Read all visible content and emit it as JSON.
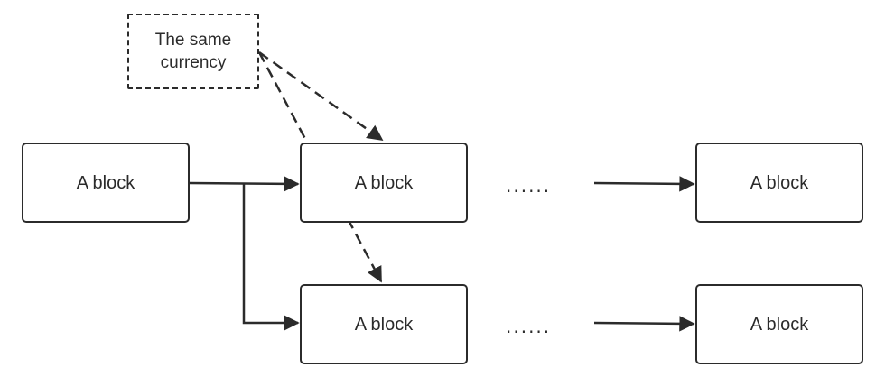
{
  "nodes": {
    "note": "The same currency",
    "block_1": "A block",
    "block_2": "A block",
    "block_3": "A block",
    "block_4": "A block",
    "block_5": "A block"
  },
  "ellipsis": {
    "row_1": "......",
    "row_2": "......"
  },
  "colors": {
    "stroke": "#2b2b2b",
    "background": "#ffffff"
  }
}
